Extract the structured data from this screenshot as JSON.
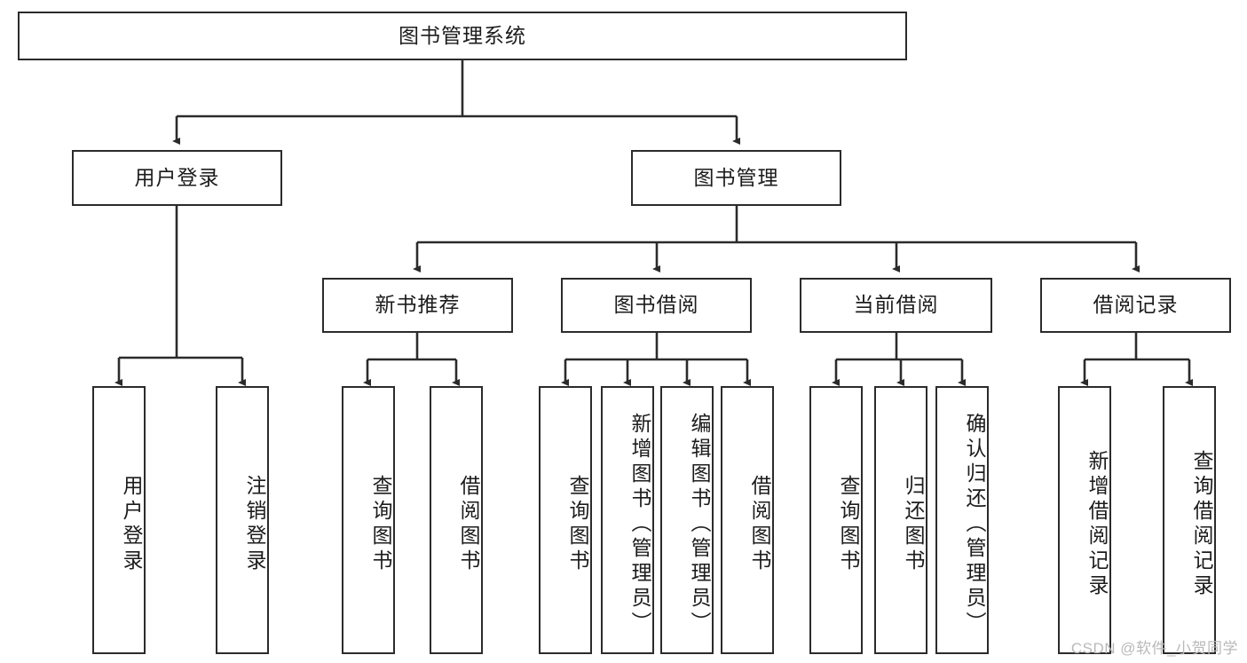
{
  "diagram": {
    "title": "图书管理系统",
    "type": "tree-hierarchy-diagram",
    "colors": {
      "box_border": "#2b2b2b",
      "box_fill": "#ffffff",
      "connector": "#2b2b2b",
      "background": "#ffffff",
      "watermark": "#b9b9b9"
    },
    "root": {
      "label": "图书管理系统"
    },
    "level2": [
      {
        "id": "user-login",
        "label": "用户登录"
      },
      {
        "id": "book-management",
        "label": "图书管理"
      }
    ],
    "level3": [
      {
        "id": "new-book-recommend",
        "label": "新书推荐"
      },
      {
        "id": "book-borrow",
        "label": "图书借阅"
      },
      {
        "id": "current-borrow",
        "label": "当前借阅"
      },
      {
        "id": "borrow-record",
        "label": "借阅记录"
      }
    ],
    "leaves": {
      "user-login": [
        {
          "id": "leaf-user-login",
          "label": "用户登录"
        },
        {
          "id": "leaf-user-logout",
          "label": "注销登录"
        }
      ],
      "new-book-recommend": [
        {
          "id": "leaf-query-book-1",
          "label": "查询图书"
        },
        {
          "id": "leaf-borrow-book-1",
          "label": "借阅图书"
        }
      ],
      "book-borrow": [
        {
          "id": "leaf-query-book-2",
          "label": "查询图书"
        },
        {
          "id": "leaf-add-book",
          "label": "新增图书（管理员）"
        },
        {
          "id": "leaf-edit-book",
          "label": "编辑图书（管理员）"
        },
        {
          "id": "leaf-borrow-book-2",
          "label": "借阅图书"
        }
      ],
      "current-borrow": [
        {
          "id": "leaf-query-book-3",
          "label": "查询图书"
        },
        {
          "id": "leaf-return-book",
          "label": "归还图书"
        },
        {
          "id": "leaf-confirm-return",
          "label": "确认归还（管理员）"
        }
      ],
      "borrow-record": [
        {
          "id": "leaf-add-record",
          "label": "新增借阅记录"
        },
        {
          "id": "leaf-query-record",
          "label": "查询借阅记录"
        }
      ]
    }
  },
  "watermark": {
    "text": "CSDN @软件_小贺同学"
  }
}
